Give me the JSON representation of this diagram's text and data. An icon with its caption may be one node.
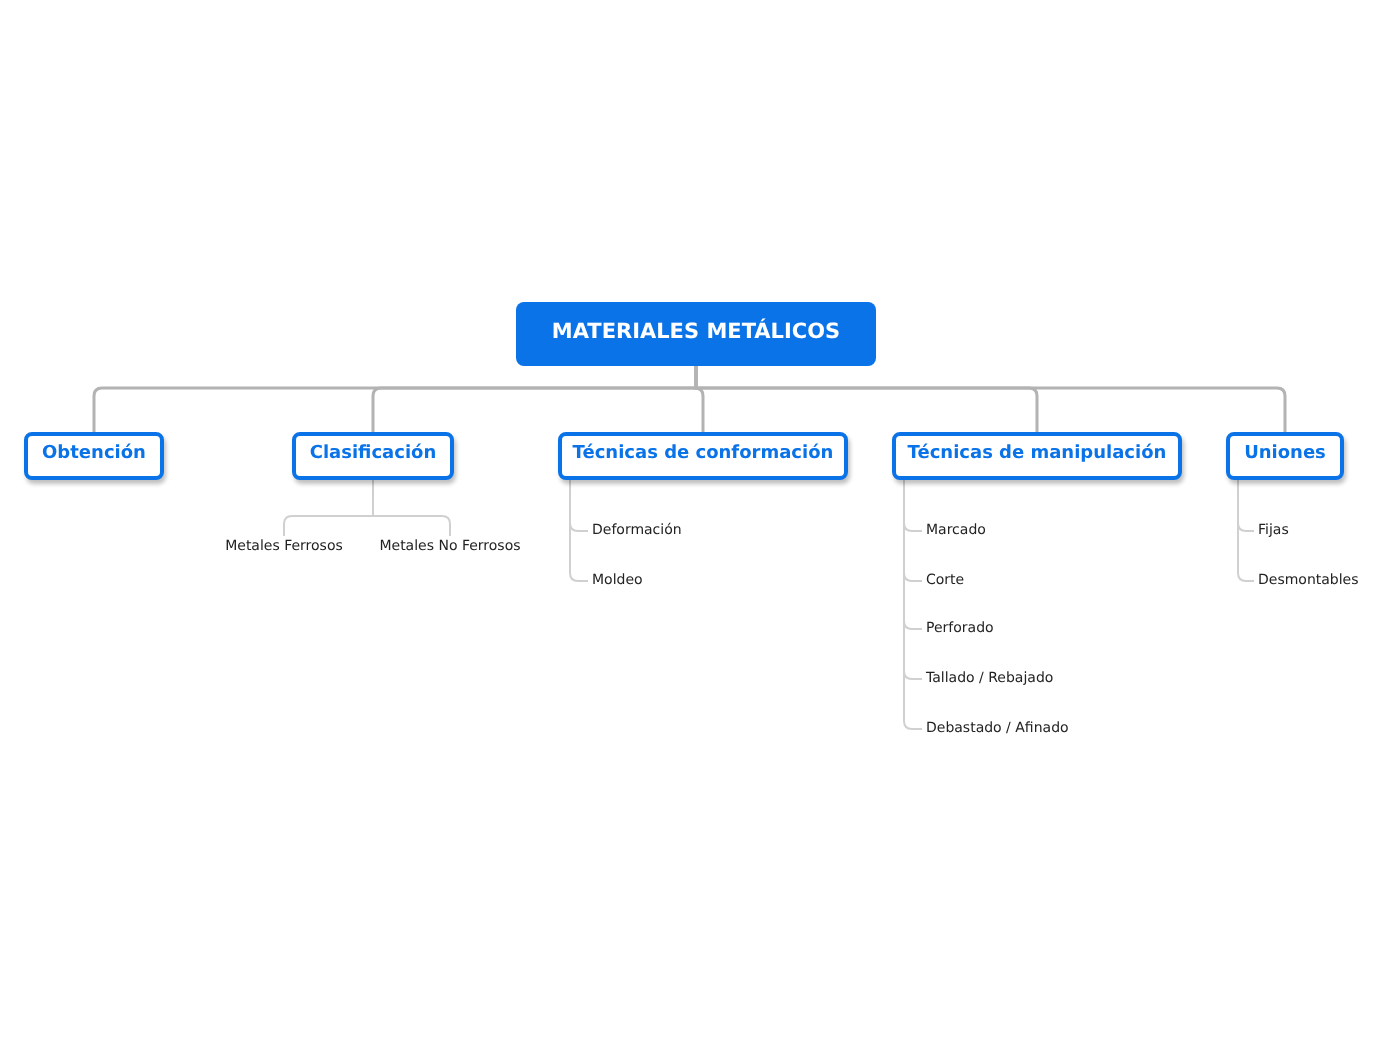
{
  "diagram": {
    "nodes": [
      {
        "text": [
          "MATERIALES METÁLICOS"
        ]
      },
      {
        "text": [
          "Obtención"
        ]
      },
      {
        "text": [
          "Clasificación"
        ]
      },
      {
        "text": [
          "Técnicas de conformación"
        ]
      },
      {
        "text": [
          "Técnicas de manipulación"
        ]
      },
      {
        "text": [
          "Uniones"
        ]
      },
      {
        "text": [
          "Metales Ferrosos"
        ]
      },
      {
        "text": [
          "Metales No Ferrosos"
        ]
      },
      {
        "text": [
          "Deformación"
        ]
      },
      {
        "text": [
          "Moldeo"
        ]
      },
      {
        "text": [
          "Marcado"
        ]
      },
      {
        "text": [
          "Corte"
        ]
      },
      {
        "text": [
          "Perforado"
        ]
      },
      {
        "text": [
          "Tallado / Rebajado"
        ]
      },
      {
        "text": [
          "Debastado / Afinado"
        ]
      },
      {
        "text": [
          "Fijas"
        ]
      },
      {
        "text": [
          "Desmontables"
        ]
      }
    ],
    "edges": [
      {
        "from": 0,
        "to": 1,
        "arrow": "none"
      },
      {
        "from": 0,
        "to": 2,
        "arrow": "none"
      },
      {
        "from": 0,
        "to": 3,
        "arrow": "none"
      },
      {
        "from": 0,
        "to": 4,
        "arrow": "none"
      },
      {
        "from": 0,
        "to": 5,
        "arrow": "none"
      },
      {
        "from": 2,
        "to": 6,
        "arrow": "none"
      },
      {
        "from": 2,
        "to": 7,
        "arrow": "none"
      },
      {
        "from": 3,
        "to": 8,
        "arrow": "none"
      },
      {
        "from": 3,
        "to": 9,
        "arrow": "none"
      },
      {
        "from": 4,
        "to": 10,
        "arrow": "none"
      },
      {
        "from": 4,
        "to": 11,
        "arrow": "none"
      },
      {
        "from": 4,
        "to": 12,
        "arrow": "none"
      },
      {
        "from": 4,
        "to": 13,
        "arrow": "none"
      },
      {
        "from": 4,
        "to": 14,
        "arrow": "none"
      },
      {
        "from": 5,
        "to": 15,
        "arrow": "none"
      },
      {
        "from": 5,
        "to": 16,
        "arrow": "none"
      }
    ]
  }
}
